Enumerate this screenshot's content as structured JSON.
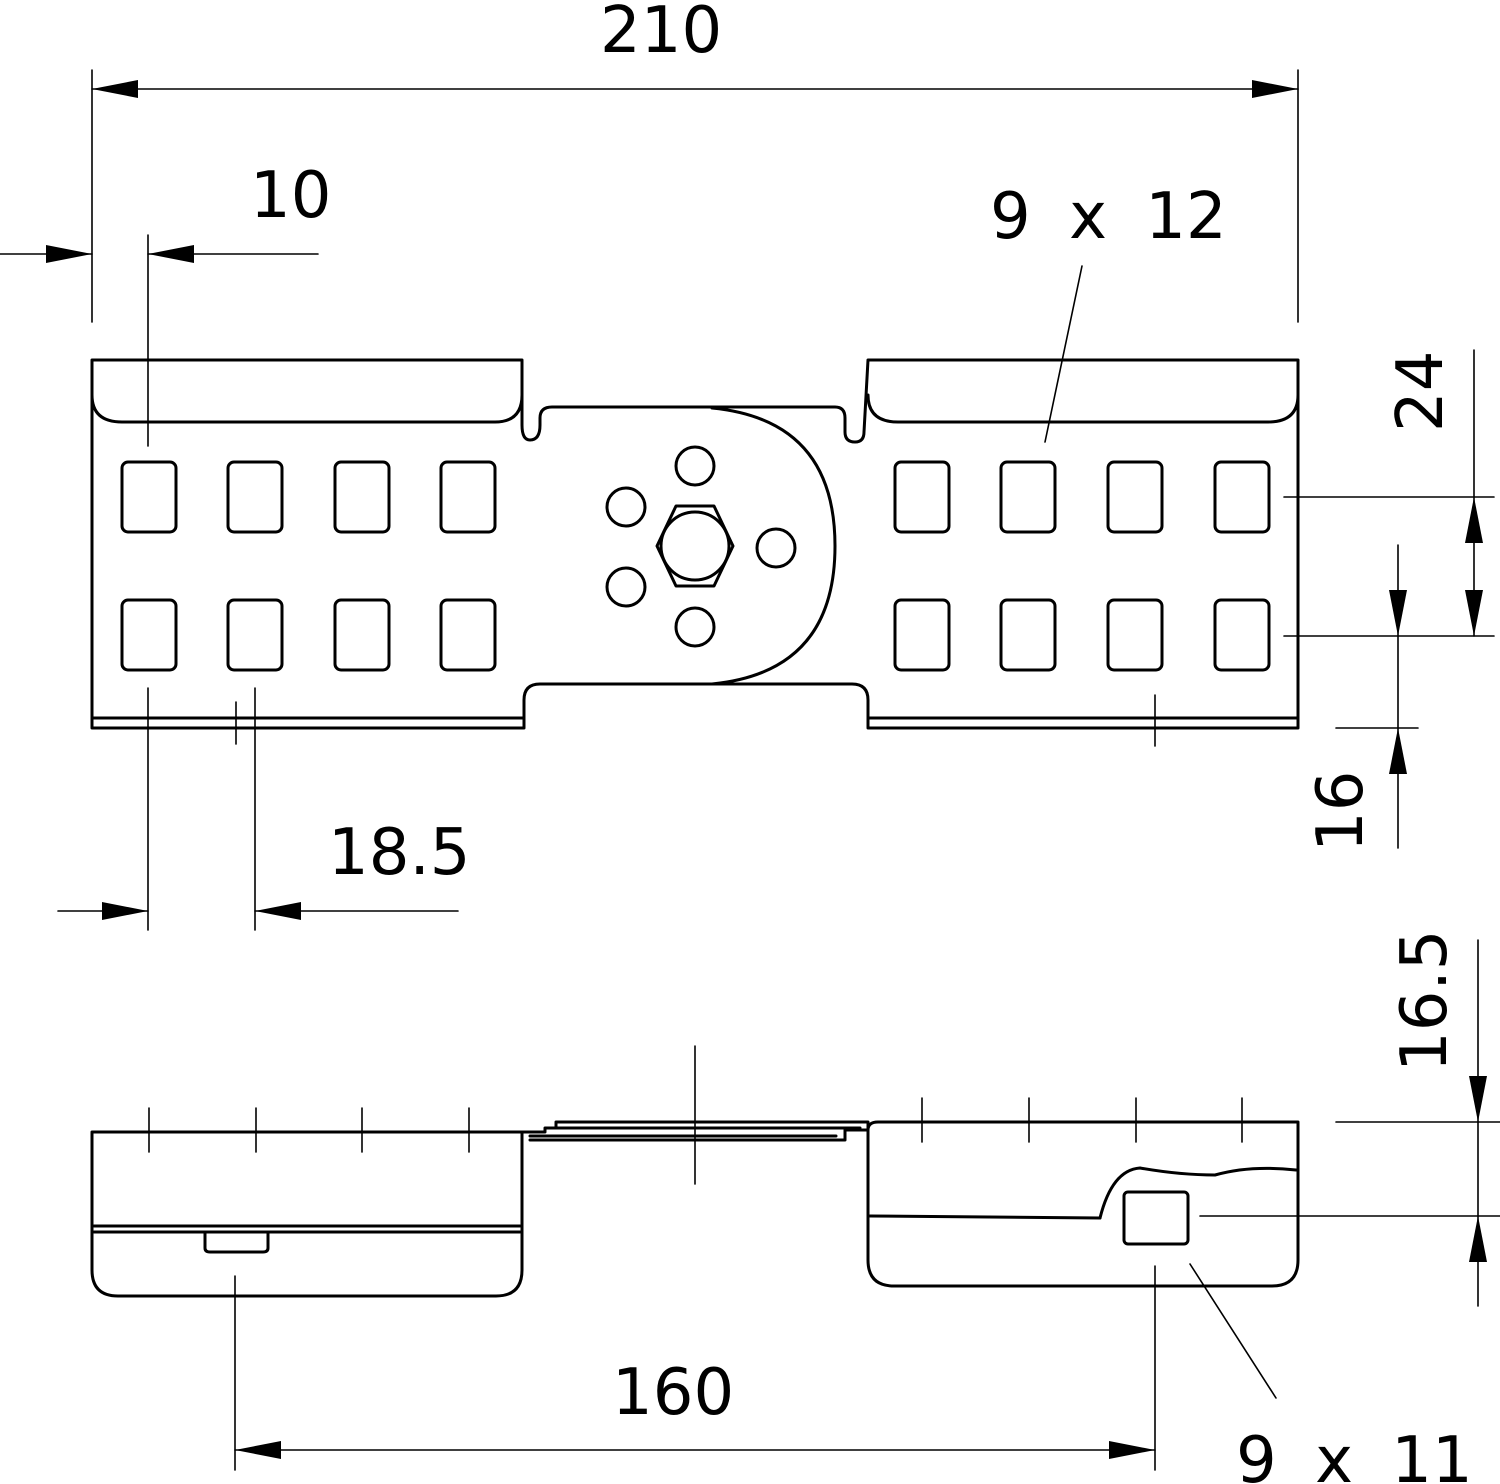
{
  "drawing": {
    "dimensions": {
      "overall_width": "210",
      "edge_offset": "10",
      "slot_top_label": "9 x 12",
      "slot_bottom_label": "9 x 11",
      "row_spacing": "24",
      "bottom_offset": "16",
      "slot_pitch": "18.5",
      "hole_spacing": "160",
      "side_height": "16.5"
    },
    "colors": {
      "line": "#000000",
      "background": "#ffffff"
    }
  }
}
